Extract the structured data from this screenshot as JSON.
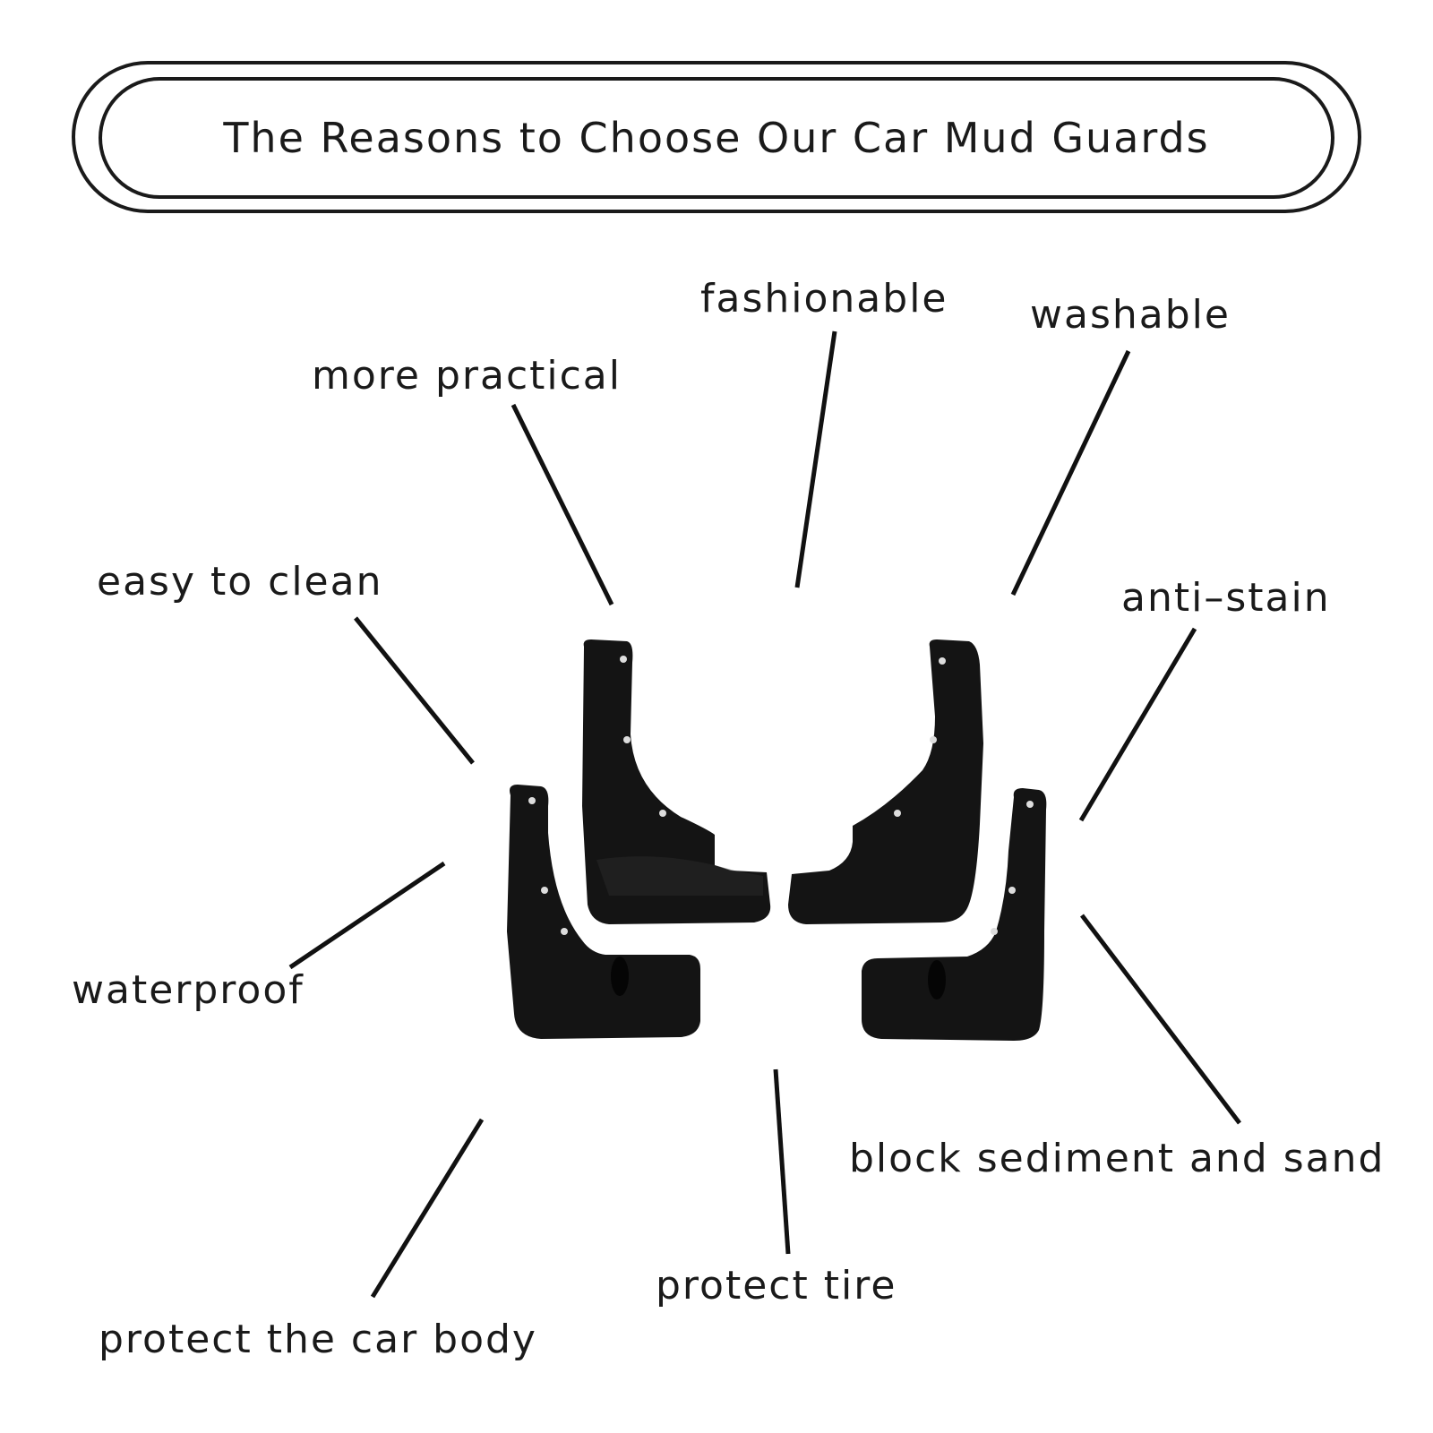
{
  "title": "The Reasons to Choose Our Car Mud Guards",
  "features": {
    "fashionable": "fashionable",
    "washable": "washable",
    "more_practical": "more practical",
    "easy_to_clean": "easy to clean",
    "anti_stain": "anti–stain",
    "waterproof": "waterproof",
    "block_sediment": "block sediment and sand",
    "protect_tire": "protect tire",
    "protect_body": "protect the car body"
  },
  "colors": {
    "ink": "#1a1a1a",
    "mudguard": "#141414",
    "background": "#ffffff"
  },
  "product": "mud-guards-set-of-4"
}
